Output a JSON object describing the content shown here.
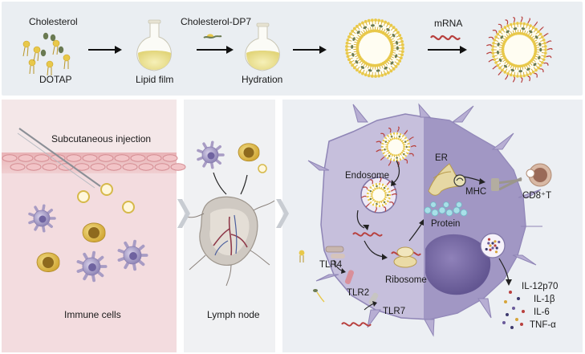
{
  "top": {
    "cholesterol": "Cholesterol",
    "dotap": "DOTAP",
    "lipid_film": "Lipid film",
    "cholesterol_dp7": "Cholesterol-DP7",
    "hydration": "Hydration",
    "mrna": "mRNA"
  },
  "left": {
    "injection": "Subcutaneous injection",
    "immune_cells": "Immune cells"
  },
  "middle": {
    "lymph_node": "Lymph node"
  },
  "right": {
    "endosome": "Endosome",
    "er": "ER",
    "mhc": "MHC",
    "cd8t": "CD8⁺T",
    "protein": "Protein",
    "ribosome": "Ribosome",
    "tlr4": "TLR4",
    "tlr2": "TLR2",
    "tlr7": "TLR7",
    "cytokines": [
      "IL-12p70",
      "IL-1β",
      "IL-6",
      "TNF-α"
    ]
  },
  "colors": {
    "lipid_yellow": "#e8c84a",
    "cholesterol_green": "#6a7a52",
    "mrna_red": "#b8403e",
    "cell_purple": "#a89cc4",
    "cell_purple_dark": "#8a7fb0",
    "chevron_grey": "#c8ccd2"
  }
}
